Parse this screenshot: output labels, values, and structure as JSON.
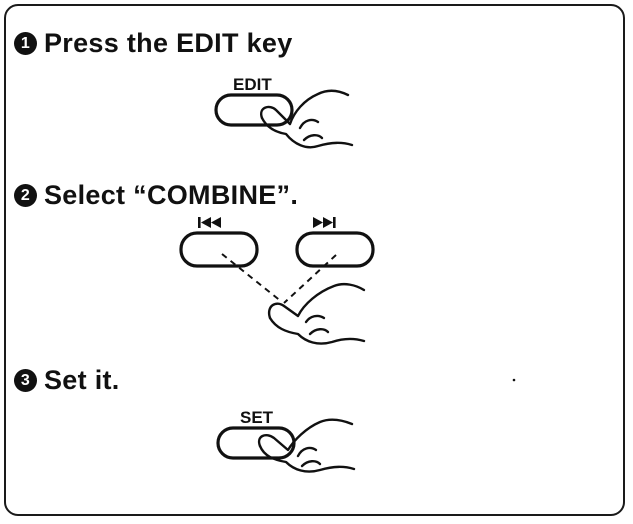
{
  "steps": [
    {
      "number": "1",
      "text": "Press the EDIT key"
    },
    {
      "number": "2",
      "text": "Select “COMBINE”."
    },
    {
      "number": "3",
      "text": "Set it."
    }
  ],
  "keys": {
    "edit": "EDIT",
    "set": "SET",
    "prev_icon": "skip-back-icon",
    "next_icon": "skip-forward-icon"
  }
}
